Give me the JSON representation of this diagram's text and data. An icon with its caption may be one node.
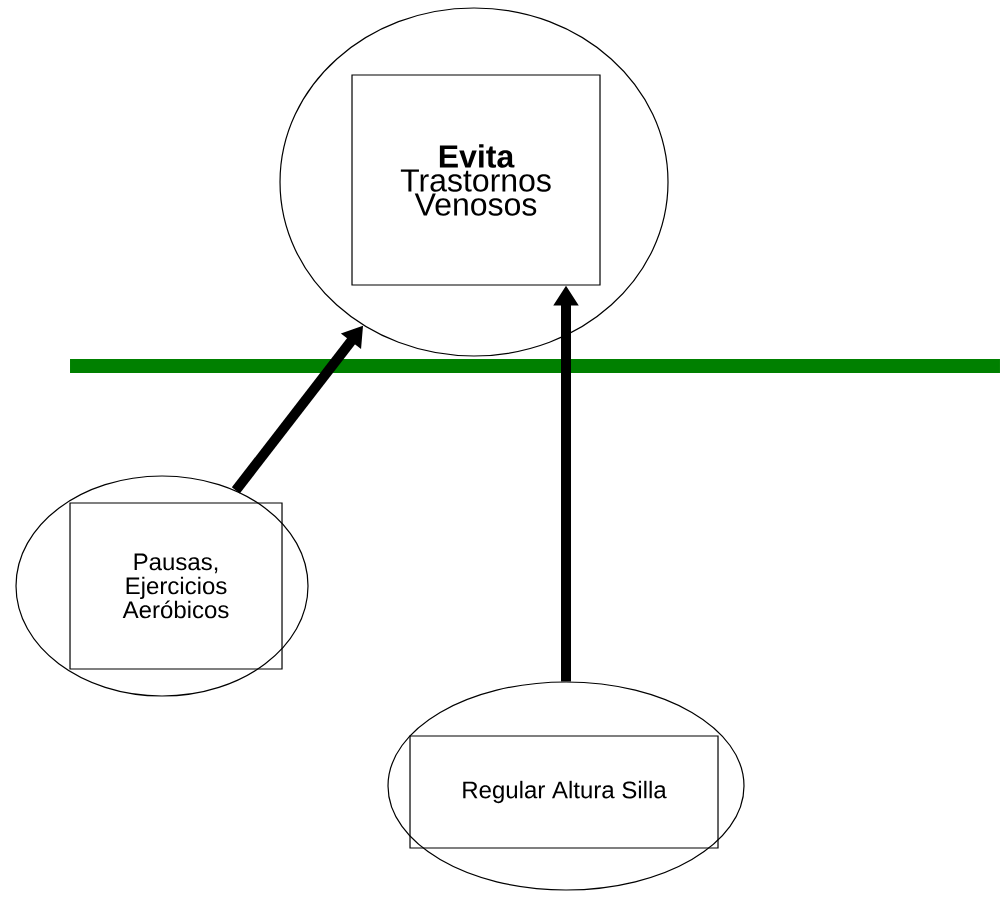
{
  "diagram": {
    "nodes": [
      {
        "text": [],
        "shape": "ellipse"
      },
      {
        "text": [
          "**Evita** Trastornos Venosos"
        ],
        "in": 0
      },
      {
        "text": [],
        "shape": "ellipse"
      },
      {
        "text": [
          "Pausas, Ejercicios Aeróbicos"
        ],
        "in": 2
      },
      {
        "text": [],
        "shape": "ellipse"
      },
      {
        "text": [
          "Regular Altura Silla"
        ],
        "in": 4
      }
    ],
    "edges": [
      {
        "from": 2,
        "to": 0,
        "arrow": "to"
      },
      {
        "from": 4,
        "to": 1,
        "arrow": "to"
      }
    ]
  }
}
